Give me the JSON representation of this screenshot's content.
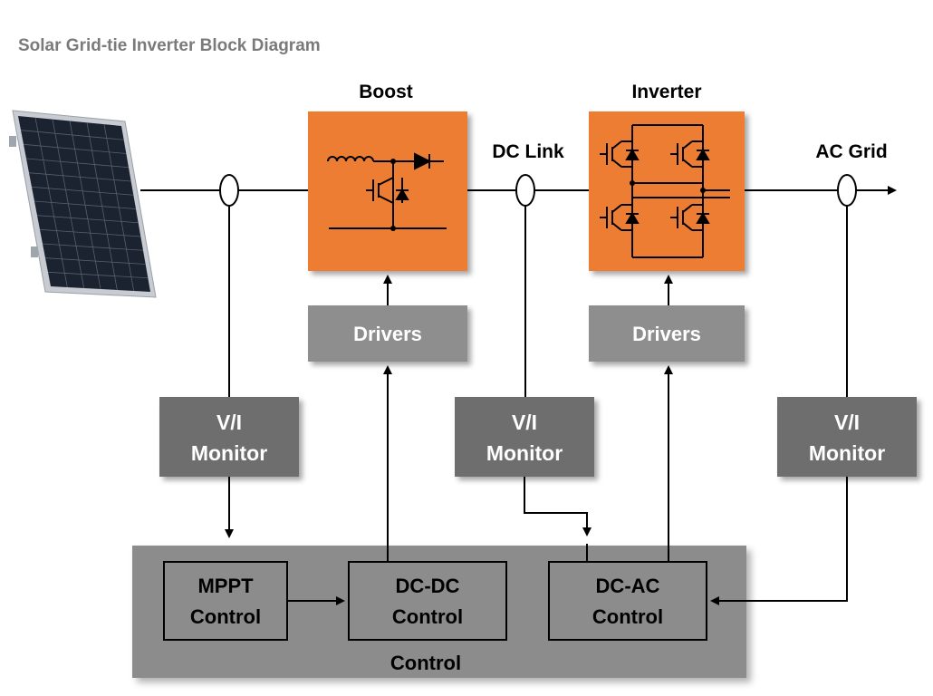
{
  "title": "Solar Grid-tie Inverter Block Diagram",
  "labels": {
    "boost": "Boost",
    "inverter": "Inverter",
    "dc_link": "DC Link",
    "ac_grid": "AC Grid",
    "drivers_left": "Drivers",
    "drivers_right": "Drivers",
    "monitor_left": [
      "V/I",
      "Monitor"
    ],
    "monitor_center": [
      "V/I",
      "Monitor"
    ],
    "monitor_right": [
      "V/I",
      "Monitor"
    ],
    "mppt": [
      "MPPT",
      "Control"
    ],
    "dcdc": [
      "DC-DC",
      "Control"
    ],
    "dcac": [
      "DC-AC",
      "Control"
    ],
    "control": "Control"
  },
  "colors": {
    "power_block": "#ED7D31",
    "dark_block": "#6E6E6E",
    "driver_block": "#8E8E8E",
    "control_block": "#8C8C8C",
    "block_text": "#FFFFFF",
    "title_text": "#7A7A7A",
    "line": "#000000",
    "panel_cell": "#1B2230",
    "panel_frame": "#C8CCD2"
  },
  "icons": {
    "solar_panel": "solar-panel-icon",
    "boost_circuit": "boost-converter-schematic-icon",
    "inverter_circuit": "h-bridge-inverter-schematic-icon",
    "current_sensor": "current-sensor-icon"
  }
}
